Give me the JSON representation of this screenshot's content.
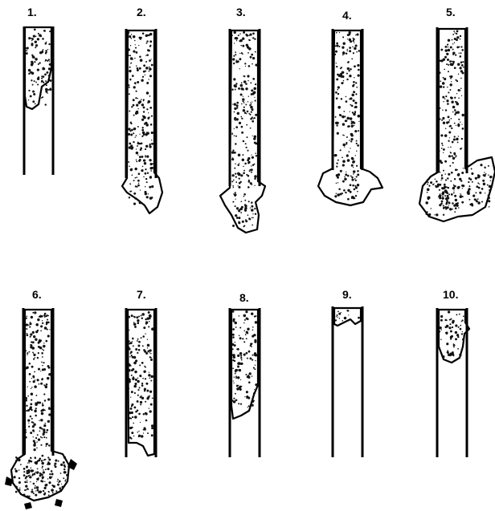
{
  "panels": [
    {
      "label": "1.",
      "state": "plug partially descended, lower end ragged"
    },
    {
      "label": "2.",
      "state": "column reaching tube bottom, beginning to exit"
    },
    {
      "label": "3.",
      "state": "material extruding below tube"
    },
    {
      "label": "4.",
      "state": "blob forming at tube outlet"
    },
    {
      "label": "5.",
      "state": "large blob spreading at outlet"
    },
    {
      "label": "6.",
      "state": "blob breaking apart, fragments scattering"
    },
    {
      "label": "7.",
      "state": "column retracting, ragged lower edge"
    },
    {
      "label": "8.",
      "state": "column shortened further"
    },
    {
      "label": "9.",
      "state": "only thin layer remaining at top"
    },
    {
      "label": "10.",
      "state": "small plug near top of tube"
    }
  ],
  "colors": {
    "ink": "#000000",
    "background": "#ffffff"
  }
}
